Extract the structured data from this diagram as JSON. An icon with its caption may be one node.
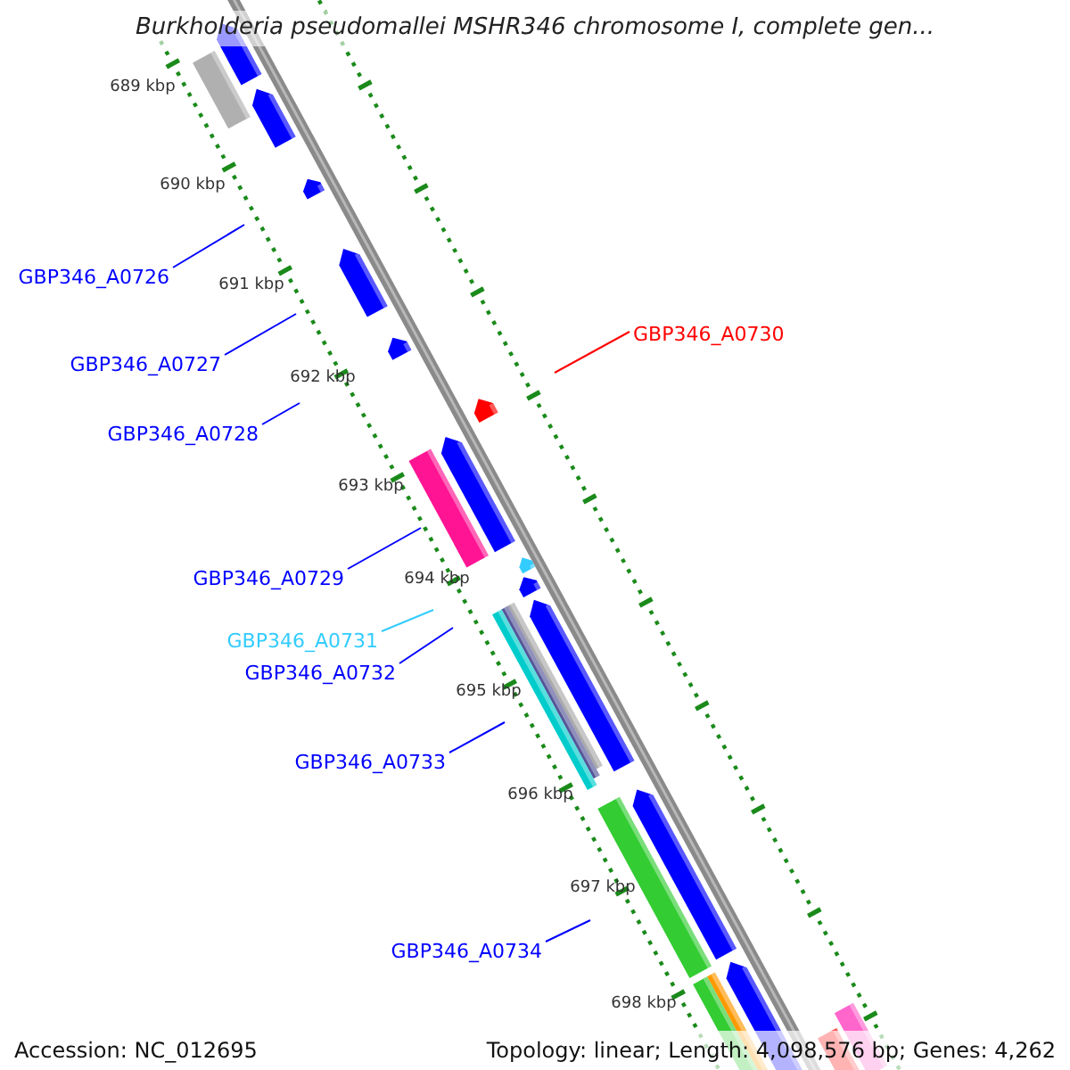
{
  "diagram": {
    "title": "Burkholderia pseudomallei MSHR346 chromosome I, complete gen...",
    "nodes": [
      {
        "text": [
          "GBP346_A0726"
        ]
      },
      {
        "text": [
          "GBP346_A0730"
        ]
      },
      {
        "text": [
          "GBP346_A0727"
        ]
      },
      {
        "text": [
          "GBP346_A0728"
        ]
      },
      {
        "text": [
          "GBP346_A0729"
        ]
      },
      {
        "text": [
          "GBP346_A0731"
        ]
      },
      {
        "text": [
          "GBP346_A0732"
        ]
      },
      {
        "text": [
          "GBP346_A0733"
        ]
      },
      {
        "text": [
          "GBP346_A0734"
        ]
      }
    ],
    "edges": [
      {
        "from": 0,
        "to": null,
        "arrow": "none"
      },
      {
        "from": 1,
        "to": null,
        "arrow": "none",
        "color": "#ff0000"
      },
      {
        "from": 2,
        "to": null,
        "arrow": "none"
      },
      {
        "from": 3,
        "to": null,
        "arrow": "none"
      },
      {
        "from": 4,
        "to": null,
        "arrow": "none"
      },
      {
        "from": 5,
        "to": null,
        "arrow": "none",
        "color": "#33ccff"
      },
      {
        "from": 6,
        "to": null,
        "arrow": "none"
      },
      {
        "from": 7,
        "to": null,
        "arrow": "none"
      },
      {
        "from": 8,
        "to": null,
        "arrow": "none"
      }
    ],
    "labels": [
      "689 kbp",
      "690 kbp",
      "691 kbp",
      "692 kbp",
      "693 kbp",
      "694 kbp",
      "695 kbp",
      "696 kbp",
      "697 kbp",
      "698 kbp",
      "Accession: NC_012695",
      "Topology: linear; Length: 4,098,576 bp; Genes: 4,262"
    ]
  }
}
